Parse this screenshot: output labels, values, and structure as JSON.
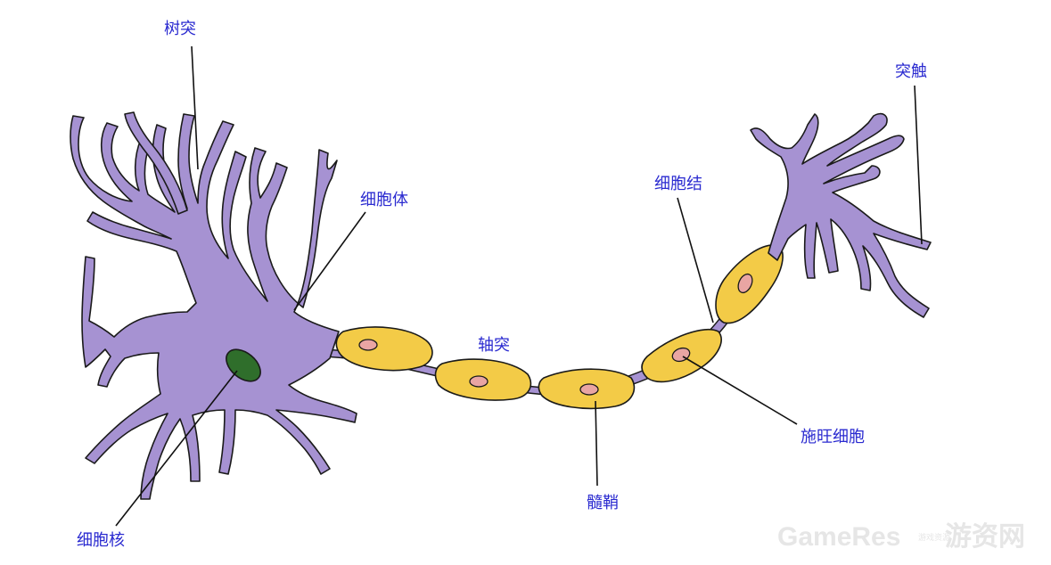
{
  "labels": {
    "dendrite": "树突",
    "cell_body": "细胞体",
    "nucleus": "细胞核",
    "axon": "轴突",
    "myelin_sheath": "髓鞘",
    "node_of_ranvier": "细胞结",
    "schwann_cell": "施旺细胞",
    "synapse": "突触"
  },
  "watermark": {
    "brand": "GameRes",
    "small": "游戏资源",
    "cn": "游资网"
  },
  "colors": {
    "neuron": "#a692d2",
    "myelin": "#f3cb47",
    "schwann_nucleus": "#e9a5a3",
    "cell_nucleus": "#2f6e2b",
    "label": "#2a2ad0"
  }
}
